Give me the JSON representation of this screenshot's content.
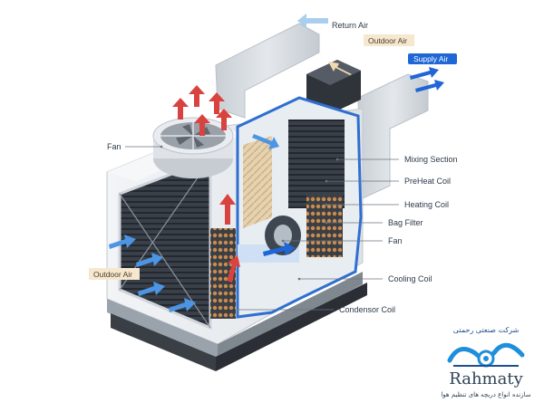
{
  "labels": {
    "return_air": "Return Air",
    "outdoor_air_top": "Outdoor Air",
    "supply_air": "Supply Air",
    "fan_top": "Fan",
    "mixing_section": "Mixing Section",
    "preheat_coil": "PreHeat Coil",
    "heating_coil": "Heating Coil",
    "bag_filter": "Bag Filter",
    "fan_inner": "Fan",
    "outdoor_air_left": "Outdoor Air",
    "cooling_coil": "Cooling Coil",
    "condensor_coil": "Condensor Coil"
  },
  "brand": {
    "company_fa": "شرکت صنعتی رحمتی",
    "name_en": "Rahmaty",
    "tagline_fa": "سازنده انواع دریچه های تنظیم هوا"
  },
  "colors": {
    "supply_blue": "#1f66d6",
    "return_blue": "#a9cfee",
    "hot_red": "#d9433f",
    "outdoor_tag_bg": "#f6e7cf",
    "casing": "#e7ebef",
    "duct": "#d6dbe0",
    "interior_blue": "#2f6fd0"
  },
  "icons": {
    "fan": "fan-icon",
    "arrow": "airflow-arrow-icon"
  }
}
